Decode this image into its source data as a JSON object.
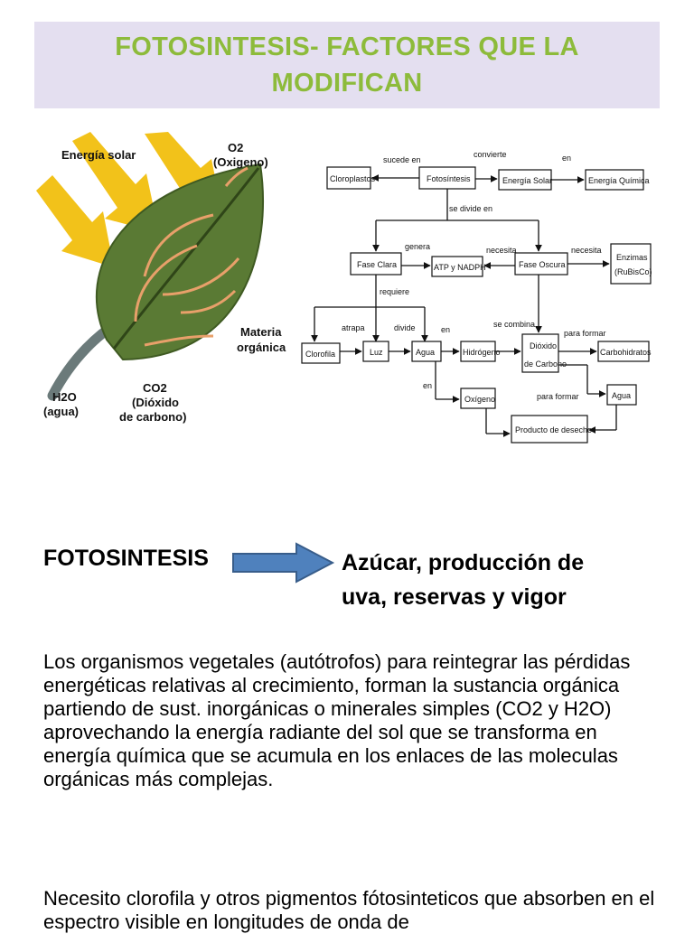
{
  "title": {
    "line1": "FOTOSINTESIS- FACTORES QUE LA",
    "line2": "MODIFICAN"
  },
  "leaf_figure": {
    "solar_label": "Energía solar",
    "o2_label": "O2",
    "o2_sub": "(Oxigeno)",
    "materia_1": "Materia",
    "materia_2": "orgánica",
    "h2o_label": "H2O",
    "h2o_sub": "(agua)",
    "co2_label": "CO2",
    "co2_sub1": "(Dióxido",
    "co2_sub2": "de carbono)",
    "colors": {
      "leaf": "#5a7a34",
      "arrow_sun": "#f2c21a",
      "veins": "#e8a06a"
    }
  },
  "concept_map": {
    "nodes": {
      "cloroplastos": "Cloroplastos",
      "fotosintesis": "Fotosíntesis",
      "energia_solar": "Energía Solar",
      "energia_quimica": "Energía Química",
      "fase_clara": "Fase Clara",
      "atp": "ATP y NADPH",
      "fase_oscura": "Fase Oscura",
      "enzimas_1": "Enzimas",
      "enzimas_2": "(RuBisCo)",
      "clorofila": "Clorofila",
      "luz": "Luz",
      "agua": "Agua",
      "hidrogeno": "Hidrógeno",
      "dioxido_1": "Dióxido",
      "dioxido_2": "de Carbono",
      "carbohidratos": "Carbohidratos",
      "oxigeno": "Oxígeno",
      "agua2": "Agua",
      "producto": "Producto de desecho"
    },
    "edges": {
      "sucede_en": "sucede en",
      "convierte": "convierte",
      "en": "en",
      "se_divide_en": "se divide en",
      "genera": "genera",
      "necesita": "necesita",
      "necesita2": "necesita",
      "requiere": "requiere",
      "atrapa": "atrapa",
      "divide": "divide",
      "en2": "en",
      "se_combina": "se combina",
      "para_formar": "para formar",
      "en3": "en",
      "para_formar2": "para formar"
    }
  },
  "summary": {
    "left": "FOTOSINTESIS",
    "right_line1": "Azúcar, producción de",
    "right_line2": "uva, reservas y vigor",
    "arrow_color": "#4f81bd"
  },
  "paragraph1": "Los organismos vegetales (autótrofos) para reintegrar las pérdidas energéticas relativas al crecimiento, forman la sustancia orgánica partiendo de sust. inorgánicas o minerales simples (CO2 y H2O) aprovechando la energía radiante del sol que se transforma en energía química que se acumula en los enlaces de las moleculas orgánicas más complejas.",
  "paragraph2": "Necesito clorofila y otros pigmentos fótosinteticos  que absorben en el espectro visible en longitudes de onda de"
}
